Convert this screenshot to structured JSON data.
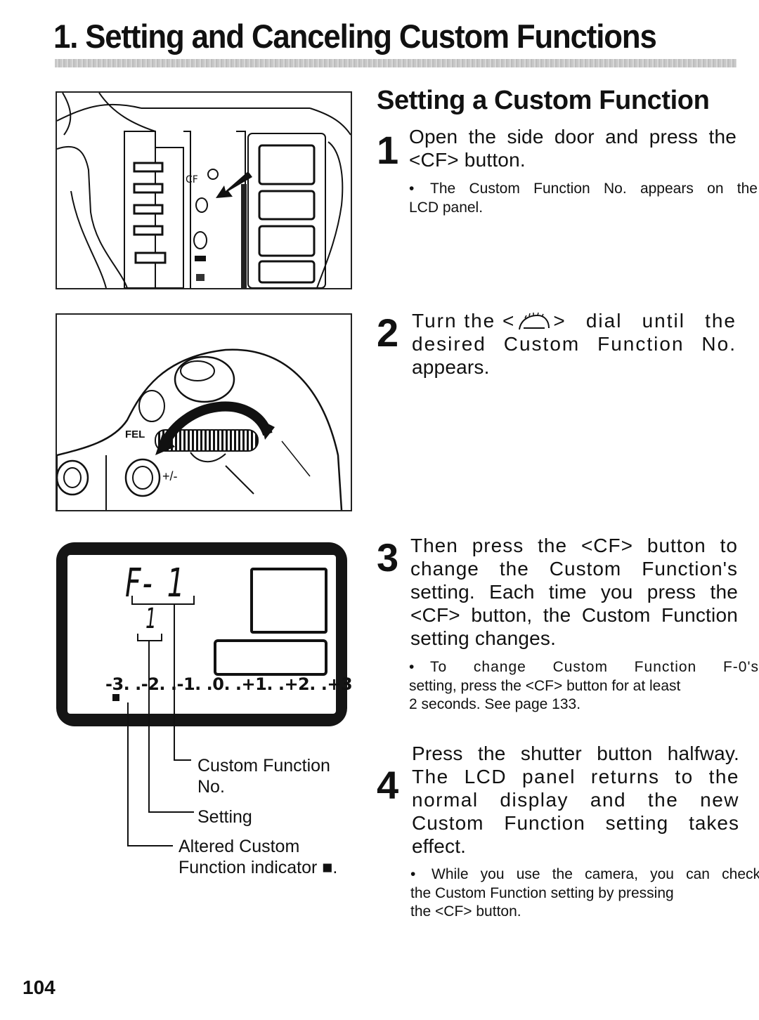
{
  "page": {
    "title": "1. Setting and Canceling Custom Functions",
    "number": "104"
  },
  "section": {
    "heading": "Setting a Custom Function"
  },
  "steps": [
    {
      "number": "1",
      "text_lines": [
        "Open the side door and press the",
        "<CF> button."
      ],
      "note_lines": [
        "The Custom Function No. appears on the",
        "LCD panel."
      ]
    },
    {
      "number": "2",
      "text_lines": [
        "Turn the <",
        "> dial until the",
        "desired Custom Function No.",
        "appears."
      ]
    },
    {
      "number": "3",
      "text_lines": [
        "Then press the <CF> button to",
        "change the Custom Function's",
        "setting. Each time you press the",
        "<CF> button, the Custom Function",
        "setting changes."
      ],
      "note_lines": [
        "To change Custom Function F-0's",
        "setting, press the <CF> button for at least",
        "2 seconds. See page 133."
      ]
    },
    {
      "number": "4",
      "text_lines": [
        "Press the shutter button halfway.",
        "The LCD panel returns to the",
        "normal display and the new",
        "Custom Function setting takes",
        "effect."
      ],
      "note_lines": [
        "While you use the camera, you can check",
        "the Custom Function setting by pressing",
        "the <CF> button."
      ]
    }
  ],
  "figure_camera_top": {
    "button_label": "CF"
  },
  "figure_dial": {
    "button_label": "FEL",
    "exposure_icon_label": "+/-"
  },
  "lcd": {
    "function_display": "F- 1",
    "setting_digit": "1",
    "scale": "-3. .-2. .-1. .0. .+1. .+2. .+3"
  },
  "callouts": {
    "custom_function_no": [
      "Custom Function",
      "No."
    ],
    "setting": "Setting",
    "altered": [
      "Altered Custom",
      "Function indicator ■."
    ]
  },
  "icons": {
    "bullet": "•",
    "main_dial_icon": "main-dial-icon"
  }
}
